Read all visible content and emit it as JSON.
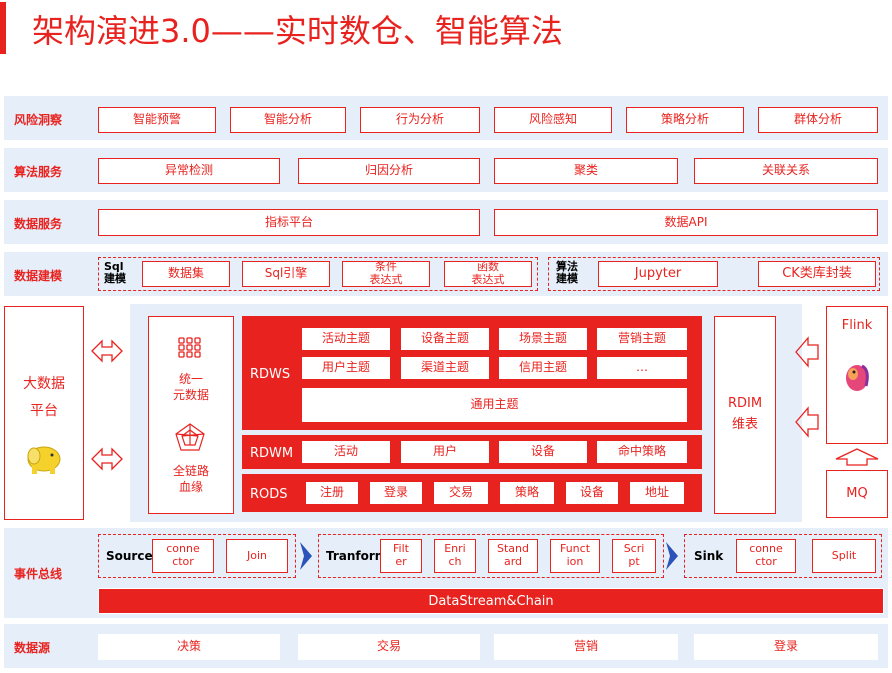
{
  "title": "架构演进3.0——实时数仓、智能算法",
  "risk": {
    "label": "风险洞察",
    "items": [
      "智能预警",
      "智能分析",
      "行为分析",
      "风险感知",
      "策略分析",
      "群体分析"
    ]
  },
  "algo_service": {
    "label": "算法服务",
    "items": [
      "异常检测",
      "归因分析",
      "聚类",
      "关联关系"
    ]
  },
  "data_service": {
    "label": "数据服务",
    "items": [
      "指标平台",
      "数据API"
    ]
  },
  "modeling": {
    "label": "数据建模",
    "sql_group": "Sql\n建模",
    "sql_items": [
      "数据集",
      "Sql引擎",
      "条件\n表达式",
      "函数\n表达式"
    ],
    "algo_group": "算法\n建模",
    "algo_items": [
      "Jupyter",
      "CK类库封装"
    ]
  },
  "platform": {
    "bigdata": "大数据\n平台",
    "metadata": "统一\n元数据",
    "lineage": "全链路\n血缘",
    "rdws_label": "RDWS",
    "rdws_topics": [
      "活动主题",
      "设备主题",
      "场景主题",
      "营销主题",
      "用户主题",
      "渠道主题",
      "信用主题",
      "…"
    ],
    "rdws_general": "通用主题",
    "rdwm_label": "RDWM",
    "rdwm_items": [
      "活动",
      "用户",
      "设备",
      "命中策略"
    ],
    "rods_label": "RODS",
    "rods_items": [
      "注册",
      "登录",
      "交易",
      "策略",
      "设备",
      "地址"
    ],
    "rdim": "RDIM\n维表",
    "flink": "Flink",
    "mq": "MQ"
  },
  "event_bus": {
    "label": "事件总线",
    "source_label": "Source",
    "source_items": [
      "conne\nctor",
      "Join"
    ],
    "transform_label": "Tranform",
    "transform_items": [
      "Filt\ner",
      "Enri\nch",
      "Stand\nard",
      "Funct\nion",
      "Scri\npt"
    ],
    "sink_label": "Sink",
    "sink_items": [
      "conne\nctor",
      "Split"
    ],
    "chain": "DataStream&Chain"
  },
  "datasource": {
    "label": "数据源",
    "items": [
      "决策",
      "交易",
      "营销",
      "登录"
    ]
  },
  "colors": {
    "accent": "#e8231f",
    "band": "#e6eef9",
    "arrow": "#2a54b8"
  }
}
